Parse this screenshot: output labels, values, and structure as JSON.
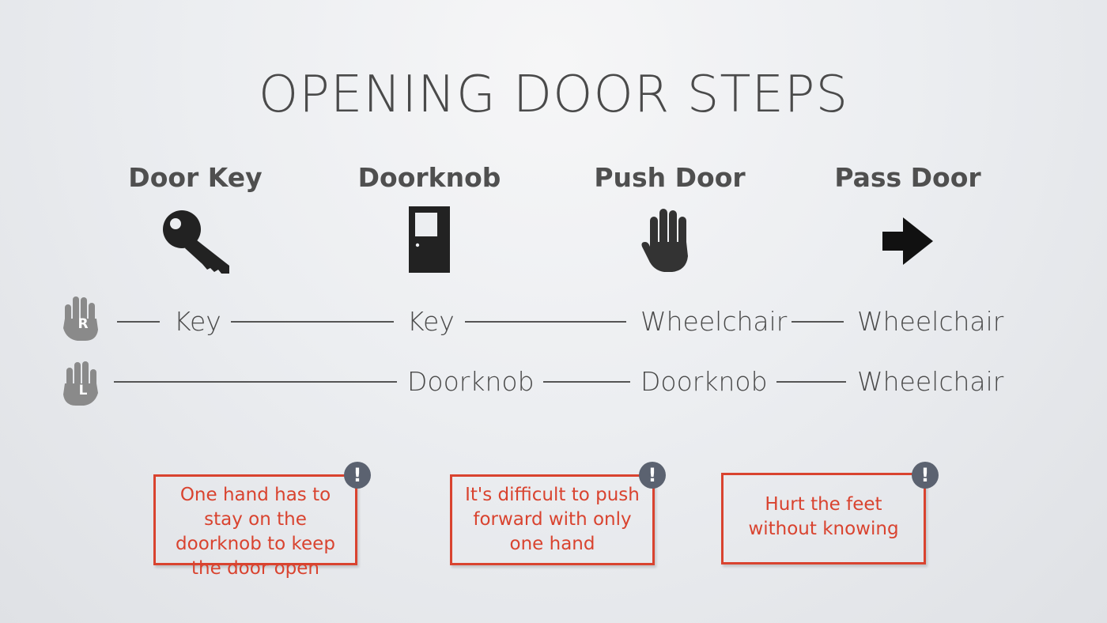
{
  "title": "OPENING DOOR STEPS",
  "steps": [
    {
      "label": "Door Key",
      "icon": "key-icon"
    },
    {
      "label": "Doorknob",
      "icon": "door-icon"
    },
    {
      "label": "Push Door",
      "icon": "hand-icon"
    },
    {
      "label": "Pass Door",
      "icon": "arrow-right-icon"
    }
  ],
  "right_hand": {
    "badge": "R",
    "icon": "right-hand-icon",
    "labels": [
      "Key",
      "Key",
      "Wheelchair",
      "Wheelchair"
    ]
  },
  "left_hand": {
    "badge": "L",
    "icon": "left-hand-icon",
    "labels": [
      "Doorknob",
      "Doorknob",
      "Wheelchair"
    ]
  },
  "notes": [
    {
      "text": "One hand has to stay on the doorknob to keep the door open",
      "icon": "exclamation-icon",
      "mark": "!"
    },
    {
      "text": "It's difficult to push forward with only one hand",
      "icon": "exclamation-icon",
      "mark": "!"
    },
    {
      "text": "Hurt the feet without knowing",
      "icon": "exclamation-icon",
      "mark": "!"
    }
  ],
  "colors": {
    "accent": "#d9432f",
    "text": "#4a4a4a",
    "badge": "#5b6270",
    "icon": "#222222",
    "hand_badge": "#8a8a8a"
  }
}
